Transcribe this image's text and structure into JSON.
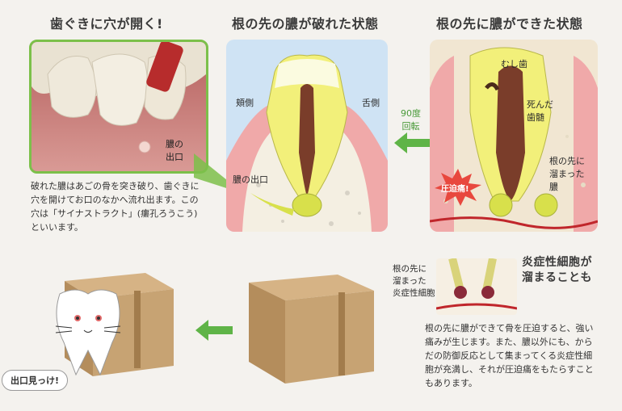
{
  "headings": {
    "left": "歯ぐきに穴が開く!",
    "middle": "根の先の膿が破れた状態",
    "right": "根の先に膿ができた状態"
  },
  "photo_label": "膿の\n出口",
  "left_paragraph": "破れた膿はあごの骨を突き破り、歯ぐきに穴を開けてお口のなかへ流れ出ます。この穴は「サイナストラクト」(瘻孔ろうこう)といいます。",
  "middle_diagram": {
    "label_cheek": "頬側",
    "label_tongue": "舌側",
    "label_outlet": "膿の出口"
  },
  "rotation_label": "90度\n回転",
  "right_diagram": {
    "label_decay": "むし歯",
    "label_dead_pulp": "死んだ\n歯髄",
    "label_pus": "根の先に\n溜まった\n膿",
    "label_pain": "圧迫痛!"
  },
  "inflam_heading": "炎症性細胞が\n溜まることも",
  "inflam_label": "根の先に\n溜まった\n炎症性細胞",
  "right_paragraph": "根の先に膿ができて骨を圧迫すると、強い痛みが生じます。また、膿以外にも、からだの防御反応として集まってくる炎症性細胞が充満し、それが圧迫痛をもたらすこともあります。",
  "speech_bubble": "出口見っけ!",
  "colors": {
    "accent_green": "#5fb447",
    "panel_blue": "#cfe3f4",
    "tooth_yellow": "#f2f07a",
    "box_brown": "#c7a373",
    "gum_pink": "#f0a9a9"
  },
  "icons": [
    "arrow-left-icon",
    "tooth-character-icon",
    "pain-burst-icon"
  ]
}
